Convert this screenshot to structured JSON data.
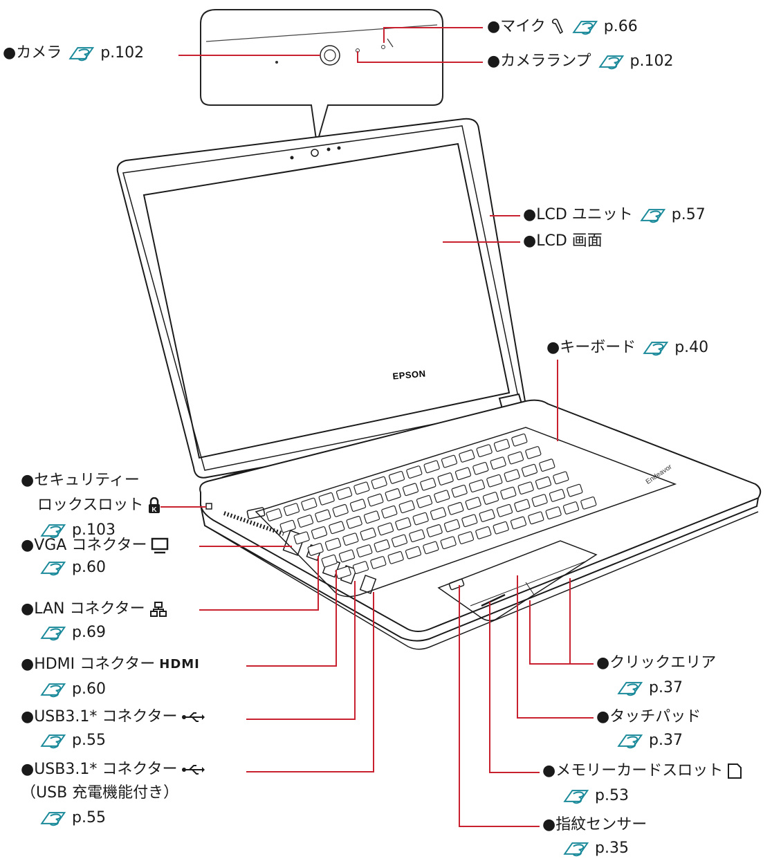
{
  "brand_logo": "EPSON",
  "brand_model": "Endeavor",
  "accent_color": "#c8202f",
  "labels": {
    "camera": {
      "name": "●カメラ",
      "page": "p.102"
    },
    "mic": {
      "name": "●マイク",
      "page": "p.66"
    },
    "camera_lamp": {
      "name": "●カメラランプ",
      "page": "p.102"
    },
    "lcd_unit": {
      "name": "●LCD ユニット",
      "page": "p.57"
    },
    "lcd_screen": {
      "name": "●LCD 画面"
    },
    "keyboard": {
      "name": "●キーボード",
      "page": "p.40"
    },
    "security_lock": {
      "name1": "●セキュリティー",
      "name2": "ロックスロット",
      "page": "p.103"
    },
    "vga": {
      "name": "●VGA コネクター",
      "page": "p.60"
    },
    "lan": {
      "name": "●LAN コネクター",
      "page": "p.69"
    },
    "hdmi": {
      "name": "●HDMI コネクター",
      "icon_text": "HDMI",
      "page": "p.60"
    },
    "usb1": {
      "name": "●USB3.1* コネクター",
      "page": "p.55"
    },
    "usb2": {
      "name": "●USB3.1* コネクター",
      "name2": "（USB 充電機能付き）",
      "page": "p.55"
    },
    "click_area": {
      "name": "●クリックエリア",
      "page": "p.37"
    },
    "touchpad": {
      "name": "●タッチパッド",
      "page": "p.37"
    },
    "memory_card": {
      "name": "●メモリーカードスロット",
      "page": "p.53"
    },
    "fingerprint": {
      "name": "●指紋センサー",
      "page": "p.35"
    }
  }
}
